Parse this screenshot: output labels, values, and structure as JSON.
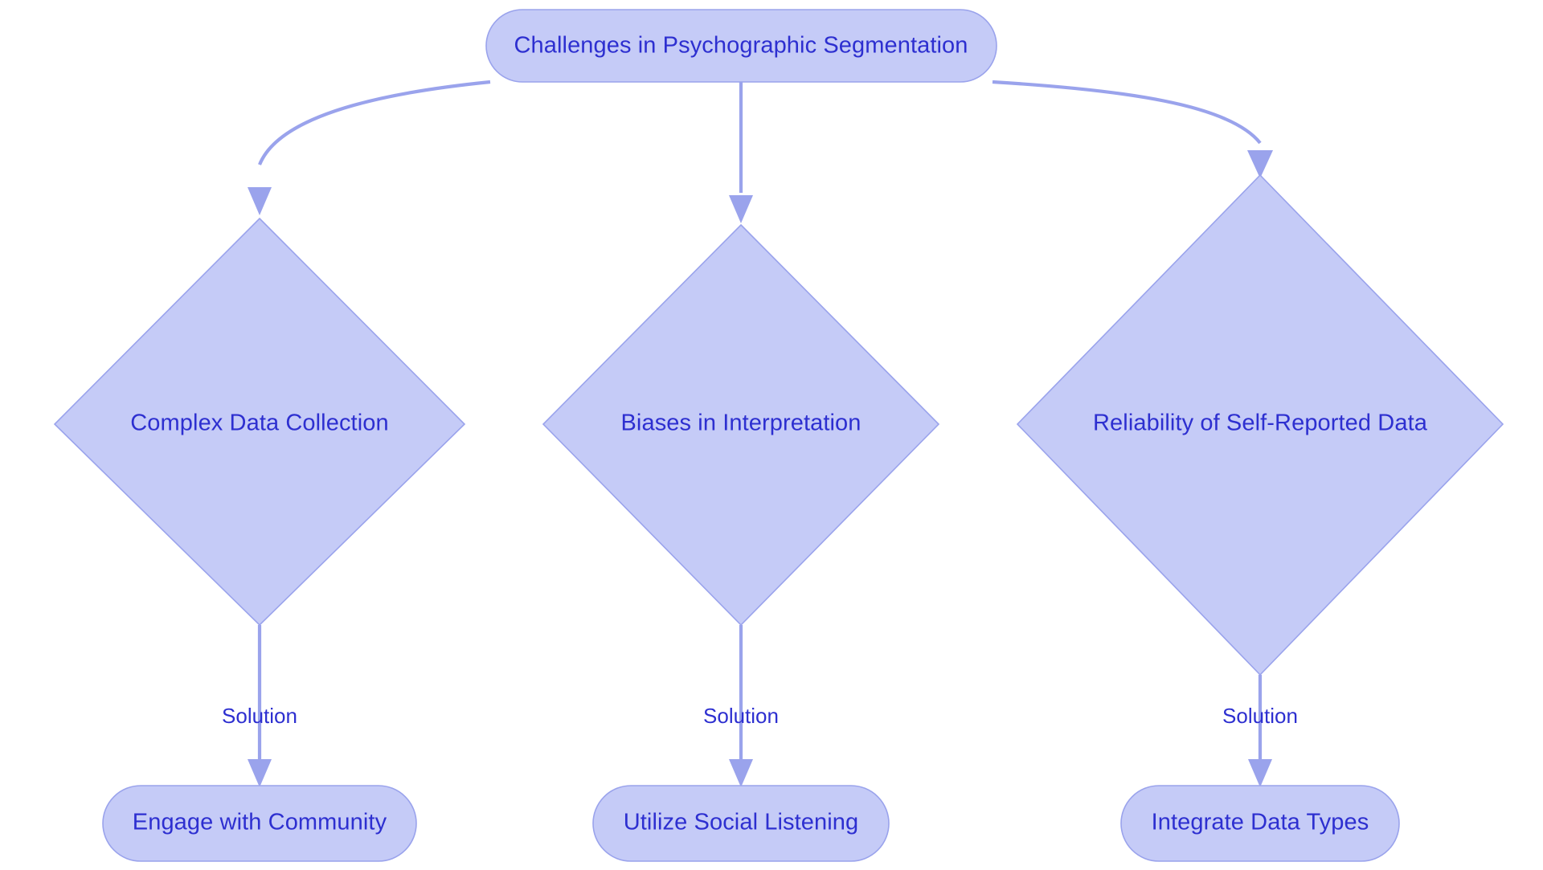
{
  "diagram": {
    "type": "flowchart",
    "title": "Challenges in Psychographic Segmentation",
    "background_color": "#ffffff",
    "node_fill": "#c5cbf7",
    "node_stroke": "#9aa3ec",
    "node_text_color": "#2d2fd0",
    "edge_color": "#9aa3ec"
  },
  "root": {
    "label": "Challenges in Psychographic Segmentation",
    "shape": "stadium"
  },
  "challenges": [
    {
      "id": "complex-data-collection",
      "label": "Complex Data Collection",
      "shape": "diamond",
      "edge_label": "Solution",
      "solution": {
        "id": "engage-with-community",
        "label": "Engage with Community",
        "shape": "stadium"
      }
    },
    {
      "id": "biases-in-interpretation",
      "label": "Biases in Interpretation",
      "shape": "diamond",
      "edge_label": "Solution",
      "solution": {
        "id": "utilize-social-listening",
        "label": "Utilize Social Listening",
        "shape": "stadium"
      }
    },
    {
      "id": "reliability-of-self-reported-data",
      "label": "Reliability of Self-Reported Data",
      "shape": "diamond",
      "edge_label": "Solution",
      "solution": {
        "id": "integrate-data-types",
        "label": "Integrate Data Types",
        "shape": "stadium"
      }
    }
  ]
}
